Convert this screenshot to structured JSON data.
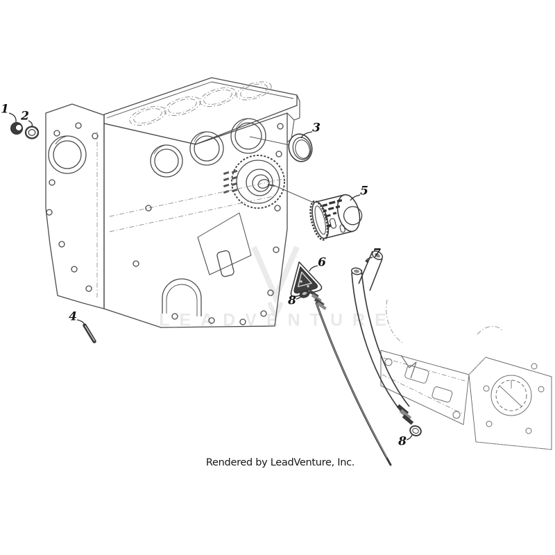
{
  "page": {
    "watermark_text": "LEADVENTURE",
    "footer_text": "Rendered by LeadVenture, Inc."
  },
  "diagram": {
    "callouts": [
      {
        "label": "1"
      },
      {
        "label": "2"
      },
      {
        "label": "3"
      },
      {
        "label": "4"
      },
      {
        "label": "5"
      },
      {
        "label": "6"
      },
      {
        "label": "7"
      },
      {
        "label": "8"
      },
      {
        "label": "8"
      }
    ],
    "colors": {
      "line": "#4a4a4a",
      "phantom_line": "#8f8f8f",
      "dark_fill": "#3d3d3d",
      "watermark": "#e9e9e9",
      "callout_text": "#111111",
      "background": "#ffffff"
    }
  }
}
